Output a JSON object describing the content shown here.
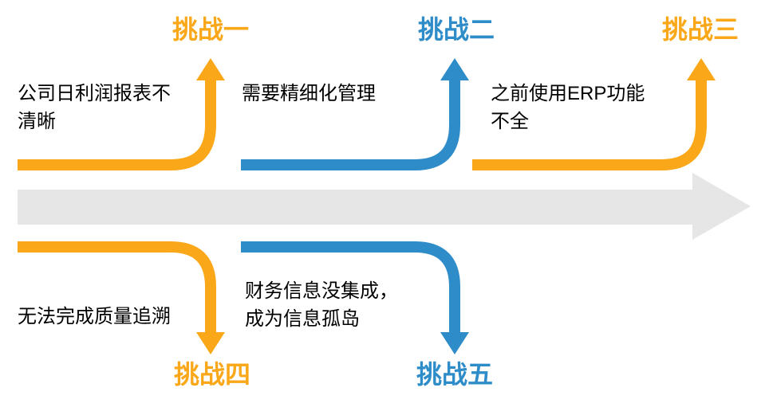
{
  "colors": {
    "orange": "#FAA819",
    "blue": "#2E8CC9",
    "gray": "#E6E6E6",
    "text": "#000000"
  },
  "challenges": [
    {
      "label": "挑战一",
      "desc": "公司日利润报表不\n清晰",
      "color": "orange",
      "direction": "up"
    },
    {
      "label": "挑战二",
      "desc": "需要精细化管理",
      "color": "blue",
      "direction": "up"
    },
    {
      "label": "挑战三",
      "desc": "之前使用ERP功能\n不全",
      "color": "orange",
      "direction": "up"
    },
    {
      "label": "挑战四",
      "desc": "无法完成质量追溯",
      "color": "orange",
      "direction": "down"
    },
    {
      "label": "挑战五",
      "desc": "财务信息没集成，\n成为信息孤岛",
      "color": "blue",
      "direction": "down"
    }
  ]
}
